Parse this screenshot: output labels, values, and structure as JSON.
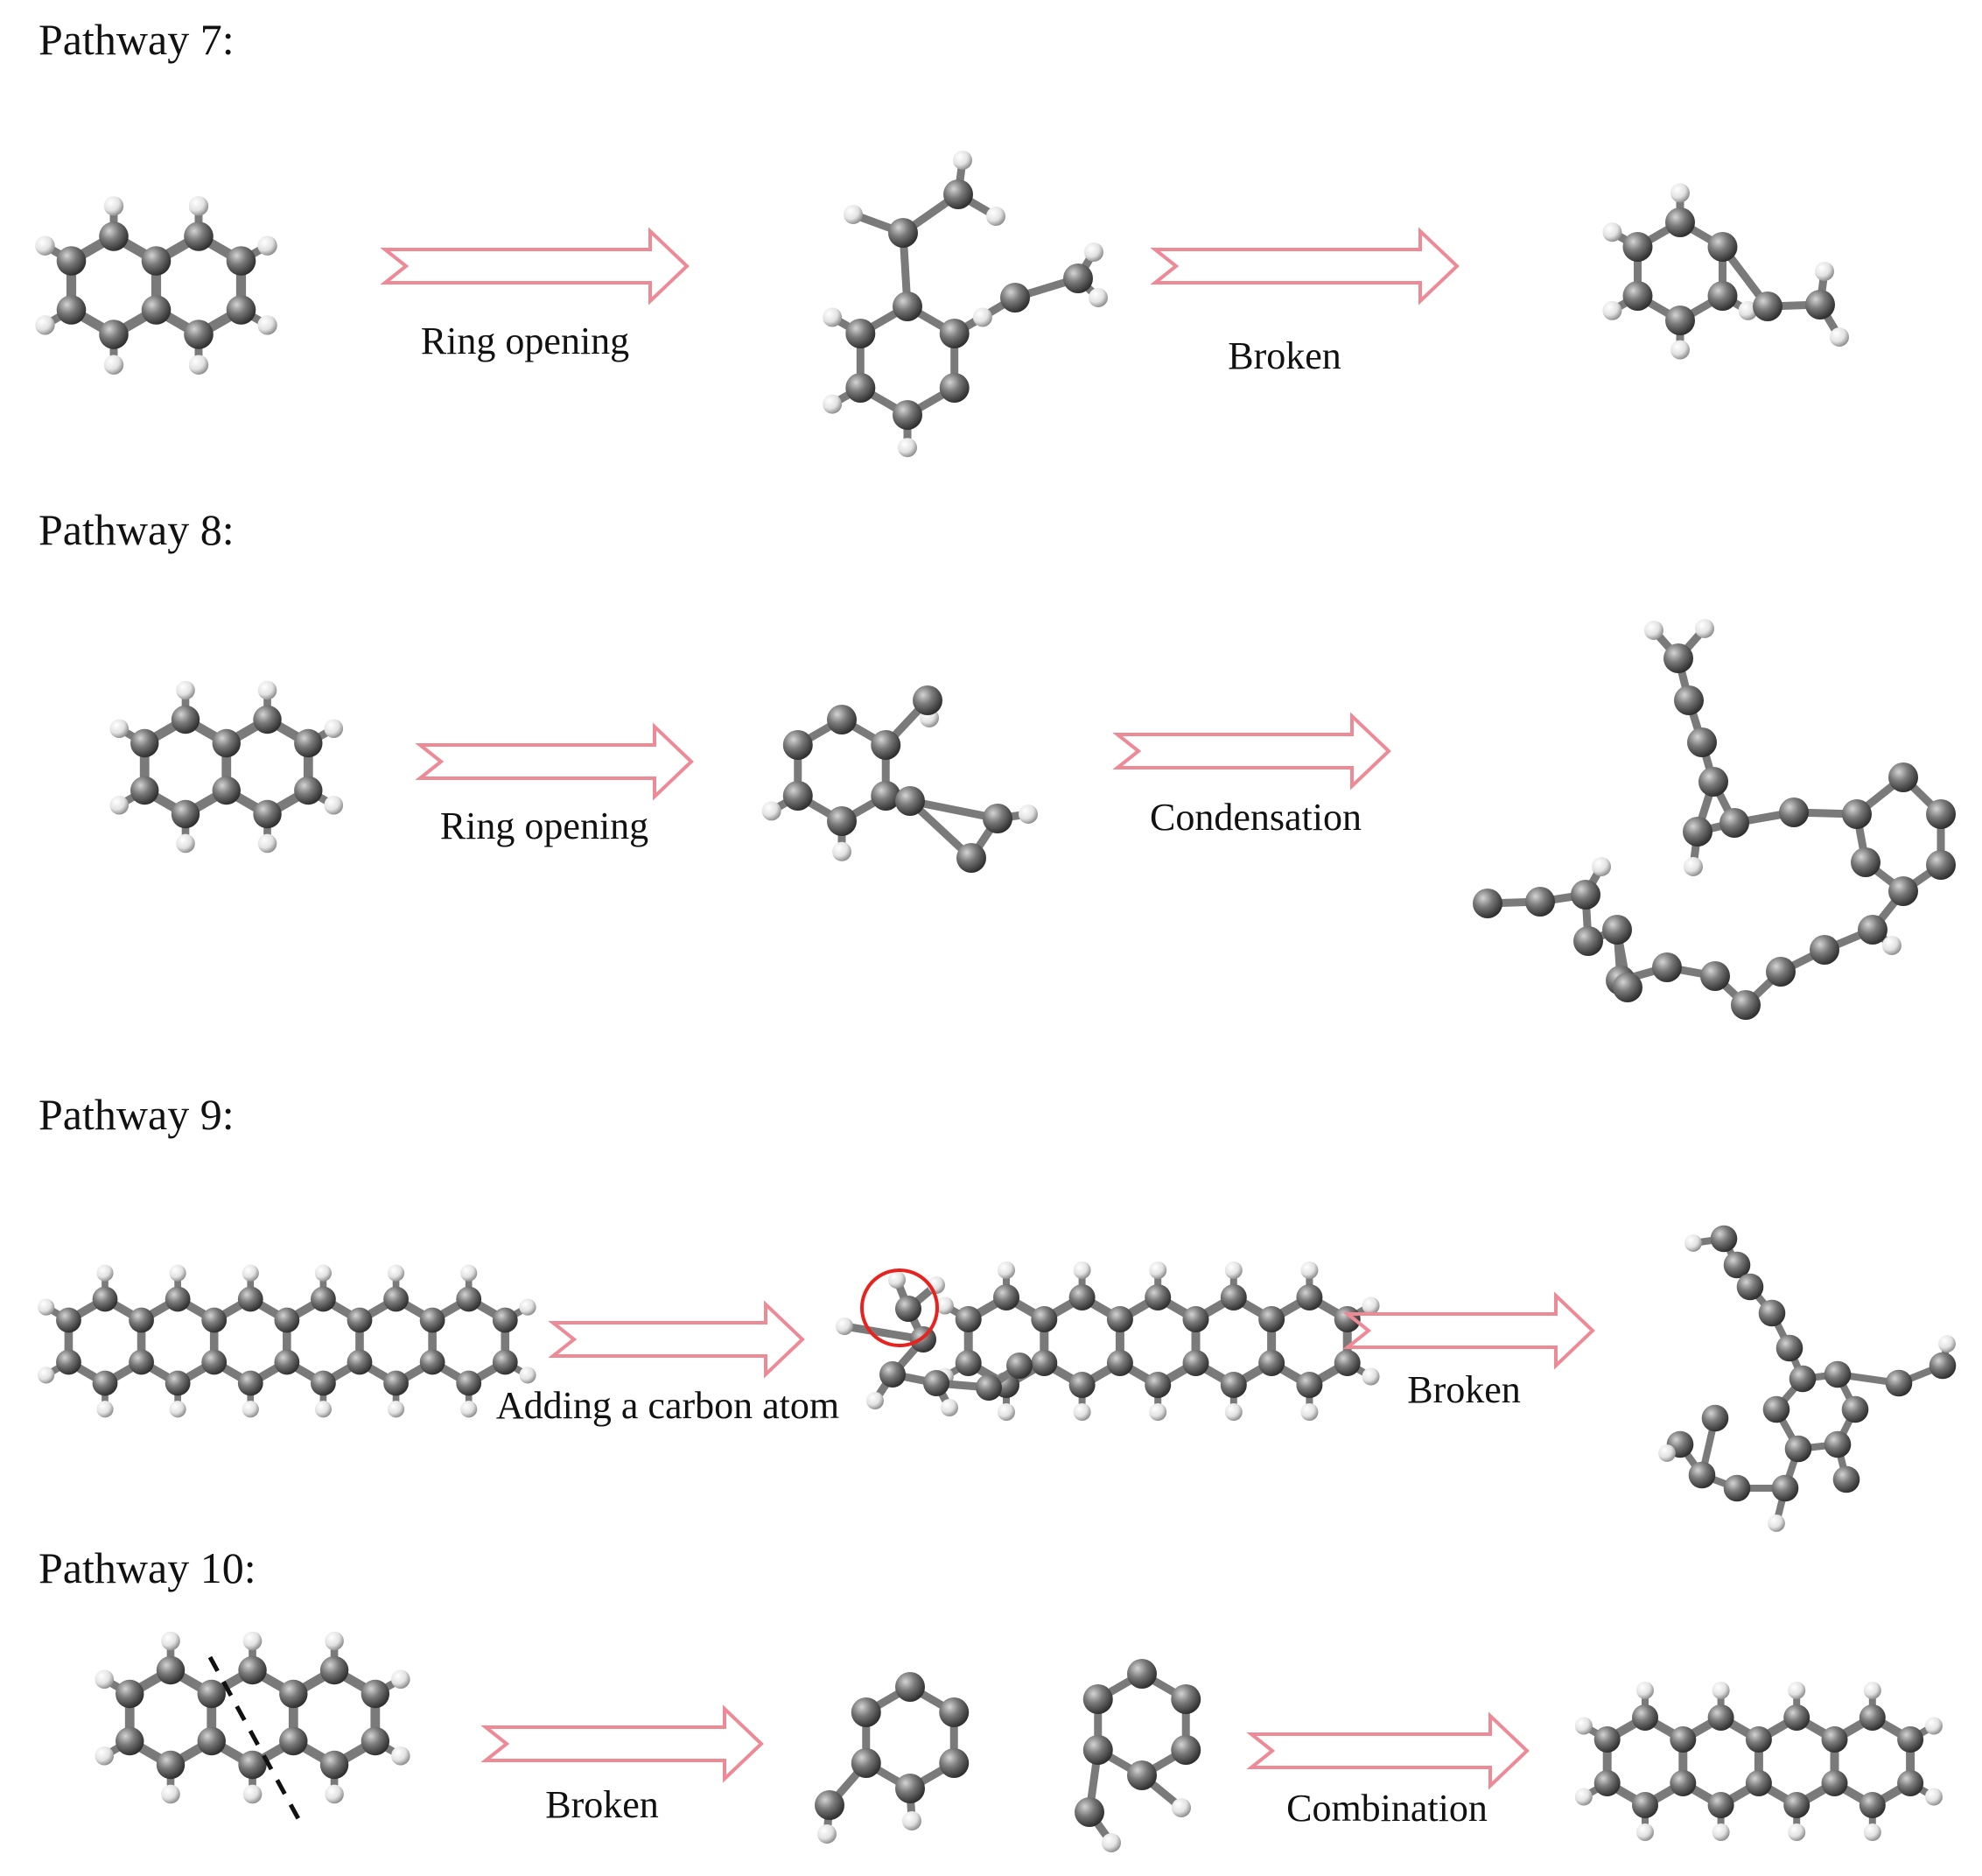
{
  "colors": {
    "arrow": "#ee8a96",
    "carbon": "#6b6b6b",
    "hydrogen": "#eeeeee",
    "bond": "#7a7a7a",
    "highlight": "#e8221e",
    "cut_line": "#111111"
  },
  "icons": {
    "molecule": "ball-and-stick-molecule-icon",
    "arrow": "hollow-right-arrow-icon",
    "highlight": "red-circle-highlight-icon",
    "cut": "dashed-cut-line-icon"
  },
  "pathways": [
    {
      "title": "Pathway 7:",
      "steps": [
        {
          "label": "Ring opening"
        },
        {
          "label": "Broken"
        }
      ]
    },
    {
      "title": "Pathway 8:",
      "steps": [
        {
          "label": "Ring opening"
        },
        {
          "label": "Condensation"
        }
      ]
    },
    {
      "title": "Pathway 9:",
      "steps": [
        {
          "label": "Adding a carbon atom"
        },
        {
          "label": "Broken"
        }
      ]
    },
    {
      "title": "Pathway 10:",
      "steps": [
        {
          "label": "Broken"
        },
        {
          "label": "Combination"
        }
      ]
    }
  ]
}
